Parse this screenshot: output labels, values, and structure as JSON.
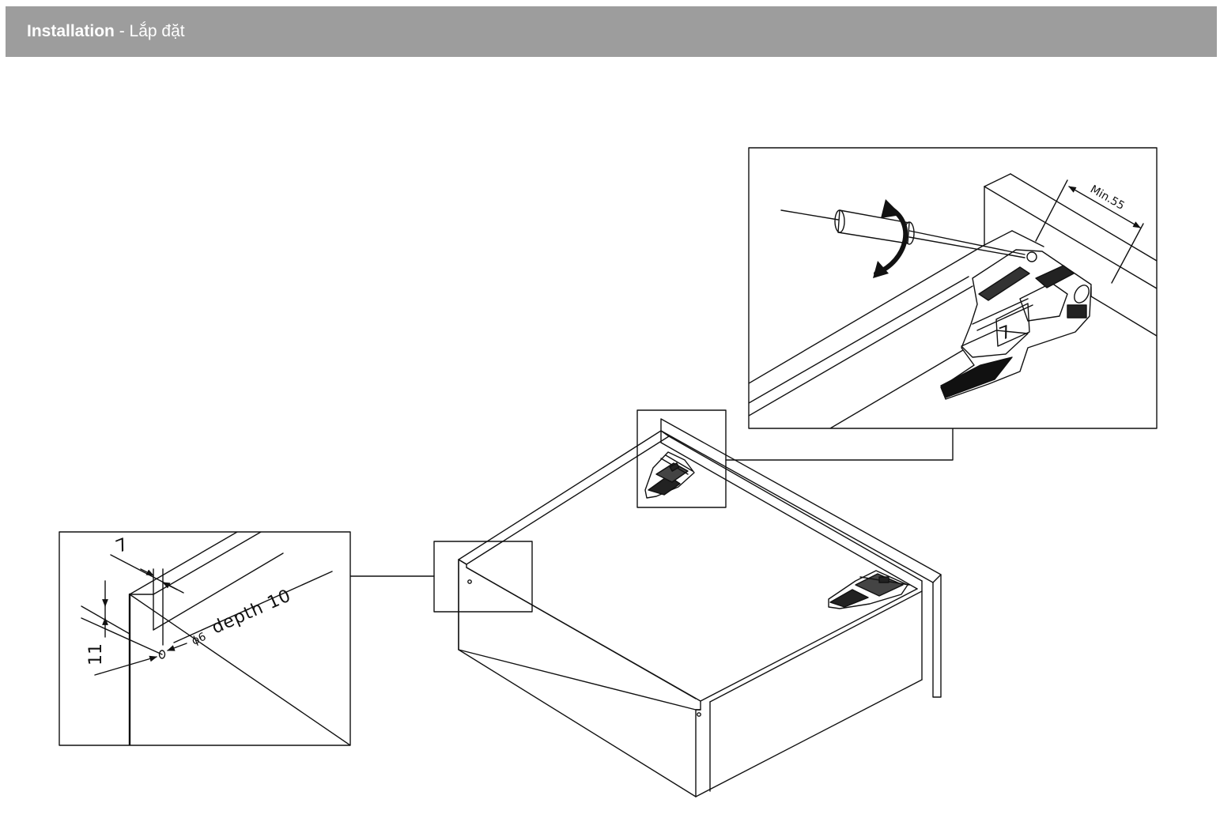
{
  "header": {
    "title": "Installation",
    "separator": " - ",
    "subtitle": "Lắp đặt",
    "background": "#9d9d9d"
  },
  "detail_left": {
    "dim_width": "7",
    "dim_height": "11",
    "hole_callout_prefix": "ϕ6",
    "hole_callout": "depth 10"
  },
  "detail_right": {
    "min_distance": "Min.55"
  },
  "colors": {
    "line": "#111111",
    "background": "#ffffff"
  }
}
